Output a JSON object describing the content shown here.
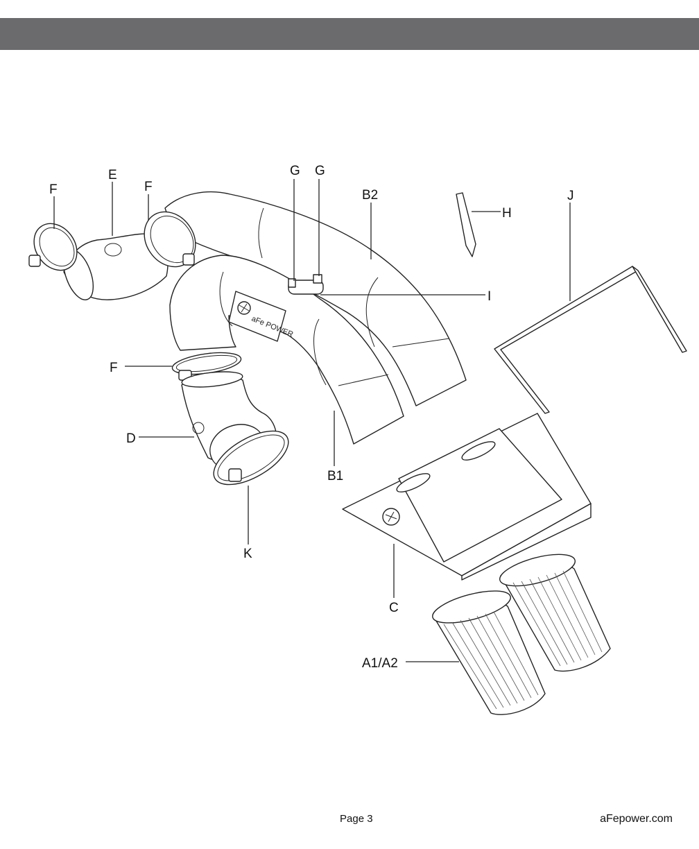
{
  "header": {
    "bar_color": "#6b6b6e"
  },
  "labels": {
    "f1": "F",
    "e": "E",
    "f2": "F",
    "g1": "G",
    "g2": "G",
    "b2": "B2",
    "h": "H",
    "j": "J",
    "i": "I",
    "f3": "F",
    "d": "D",
    "b1": "B1",
    "k": "K",
    "c": "C",
    "a": "A1/A2"
  },
  "footer": {
    "page": "Page 3",
    "site": "aFepower.com"
  }
}
